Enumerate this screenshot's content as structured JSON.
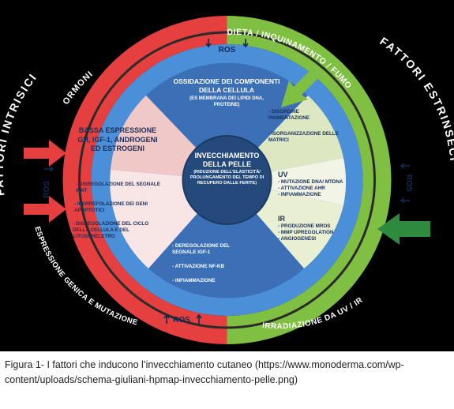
{
  "figure": {
    "outer_ring": {
      "left_label": "FATTORI INTRISICI",
      "right_label": "FATTORI ESTRINSECI",
      "left_color": "#e5403f",
      "right_color": "#7fbf42"
    },
    "inner_ring": {
      "top_left": "ORMONI",
      "top_right": "DIETA / INQUINAMENTO / FUMO",
      "bottom_left": "ESPRESSIONE GENICA E MUTAZIONE",
      "bottom_right": "IRRADIAZIONE DA UV / IR"
    },
    "ros_labels": [
      "ROS",
      "ROS",
      "ROS",
      "ROS"
    ],
    "center": {
      "title": "INVECCHIAMENTO DELLA PELLE",
      "subtitle": "(RIDUZIONE DELL'ELASTICITÀ/ PROLUNGAMENTO DEL TEMPO DI RECUPERO DALLE FERITE)"
    },
    "segments": {
      "top": {
        "title": "OSSIDAZIONE DEI COMPONENTI DELLA CELLULA",
        "note": "(ES MEMBRANA DEI LIPIDI DNA, PROTEINE)"
      },
      "upper_left": {
        "text": "BASSA ESPRESSIONE GH, IGF-1, ANDROGENI ED ESTROGENI"
      },
      "upper_right": {
        "items": [
          "- DISORDINE PIGMENTAZIONE",
          "- ISORGANIZZAZIONE DELLE MATRICI"
        ]
      },
      "lower_left": {
        "items": [
          "- DISREGOLAZIONE DEL SEGNALE WNT",
          "- IPERREFOLAZIONE DEI GENI APOPTOTICI",
          "- DISREGOLAZIONE DEL CICLO DELLA CELLULA E DEL CITOSCHELETRO"
        ]
      },
      "right_uv": {
        "heading": "UV",
        "items": [
          "- MUTAZIONE DNA/ MTDNA",
          "- ATTIVAZIONE AHR",
          "- INFIAMMAZIONE"
        ]
      },
      "right_ir": {
        "heading": "IR",
        "items": [
          "- PRODUZIONE MROS",
          "- MMP UPREGOLATION",
          "- ANGIOGENESI"
        ]
      },
      "bottom": {
        "items": [
          "- DEREGOLAZIONE DEL SEGNALE IGF-1",
          "- ATTIVAZIONE NF-KB",
          "- INFIAMMAZIONE"
        ]
      }
    },
    "colors": {
      "background": "#000000",
      "blue_ring": "#4a8fd8",
      "center_disc": "#244a7c",
      "sector_blue": "#3b6fb6",
      "sector_pink": "#f0c8c8",
      "sector_pink_light": "#f8e6e6",
      "sector_green": "#dde8c2",
      "sector_cream": "#f2f4e6",
      "sector_green_light": "#e8efd3"
    }
  },
  "caption": "Figura 1- I fattori che inducono l’invecchiamento cutaneo (https://www.monoderma.com/wp-content/uploads/schema-giuliani-hpmap-invecchiamento-pelle.png)"
}
